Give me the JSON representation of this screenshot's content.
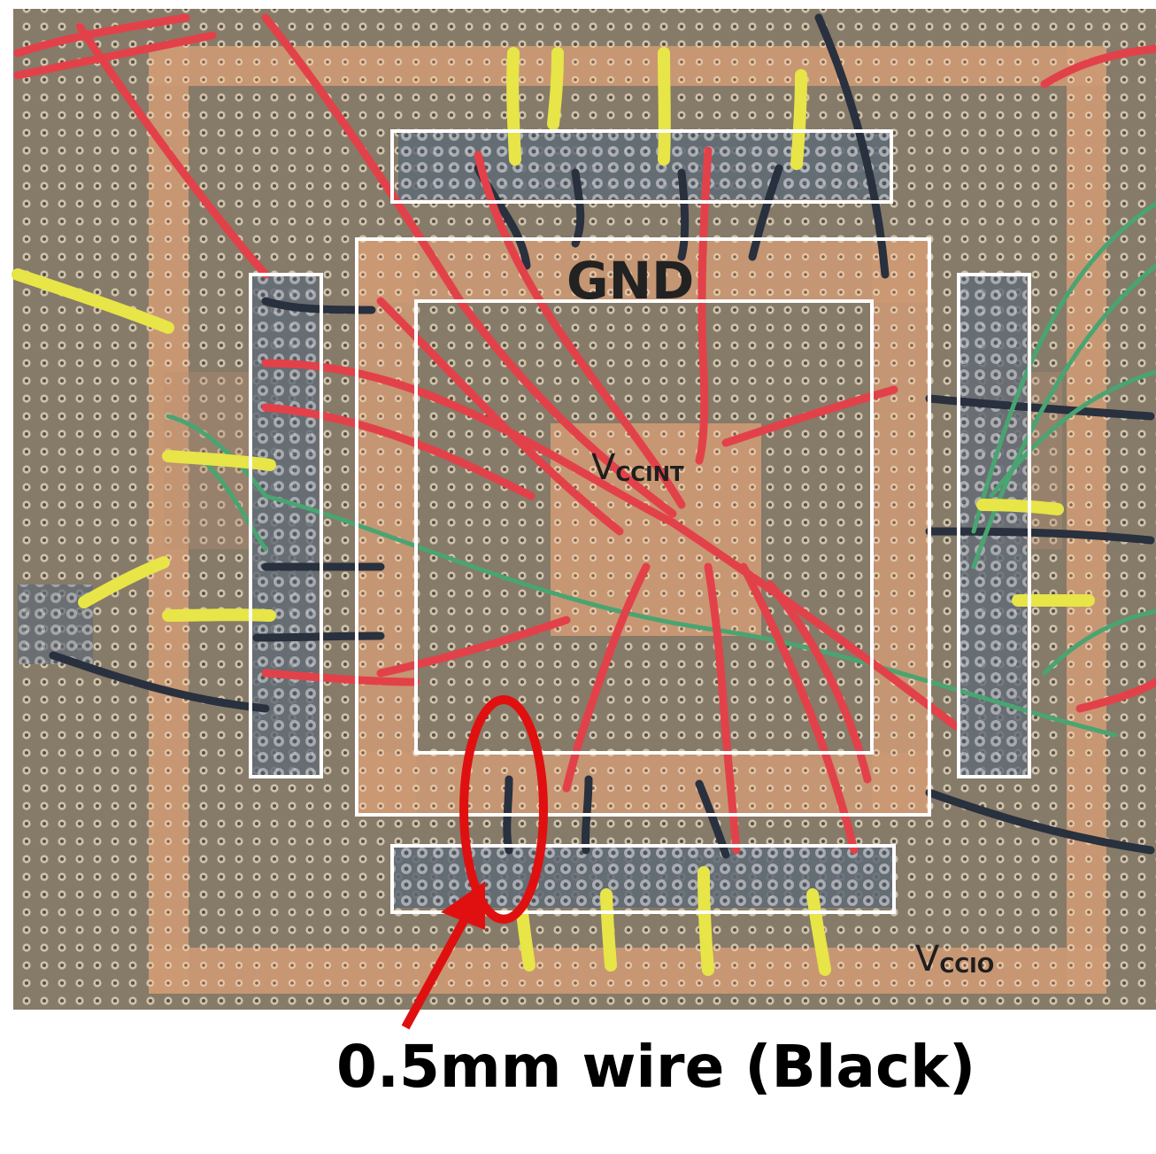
{
  "labels": {
    "gnd": "GND",
    "vccint_main": "V",
    "vccint_sub": "CCINT",
    "vccio_main": "V",
    "vccio_sub": "CCIO",
    "caption": "0.5mm wire (Black)"
  },
  "colors": {
    "board": "#7d6f58",
    "copper": "#c58f6a",
    "wire_red": "#e0343c",
    "wire_yellow": "#e8e640",
    "wire_black": "#1a2230",
    "wire_green": "#3f9f6a",
    "annotation_red": "#e01010",
    "box_outline": "#ffffff"
  }
}
